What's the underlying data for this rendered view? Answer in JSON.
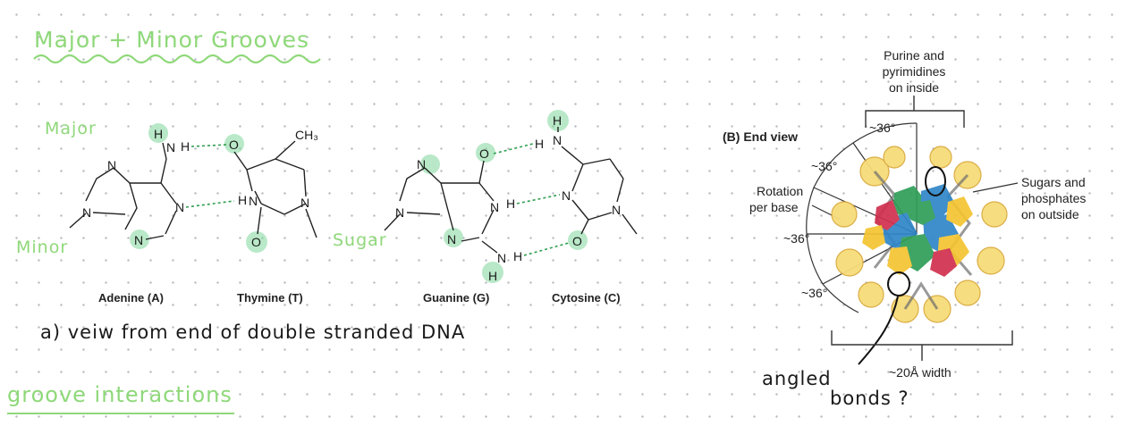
{
  "notes": {
    "heading_1": "Major + Minor Grooves",
    "heading_2": "groove interactions",
    "major": "Major",
    "minor": "Minor",
    "sugar": "Sugar",
    "view_note": "a) veiw from end of double stranded DNA",
    "angled": "angled",
    "bonds": "bonds ?"
  },
  "base_pairs": {
    "adenine": "Adenine (A)",
    "thymine": "Thymine (T)",
    "guanine": "Guanine (G)",
    "cytosine": "Cytosine (C)"
  },
  "atoms": {
    "N": "N",
    "O": "O",
    "H": "H",
    "CH3": "CH₃"
  },
  "end_view": {
    "title_letter": "(B)",
    "title": "End view",
    "purine_label": [
      "Purine and",
      "pyrimidines",
      "on inside"
    ],
    "sugars_label": [
      "Sugars and",
      "phosphates",
      "on outside"
    ],
    "rotation_label": [
      "Rotation",
      "per base"
    ],
    "angle": "~36°",
    "width": "~20Å width"
  },
  "colors": {
    "note_green": "#8fd87a",
    "highlight_green": "#7fd79b",
    "bond_green": "#2e9e4f",
    "yellow": "#f4c430",
    "blue": "#2f86c8",
    "red": "#d1304f",
    "green_base": "#2f9e58"
  }
}
